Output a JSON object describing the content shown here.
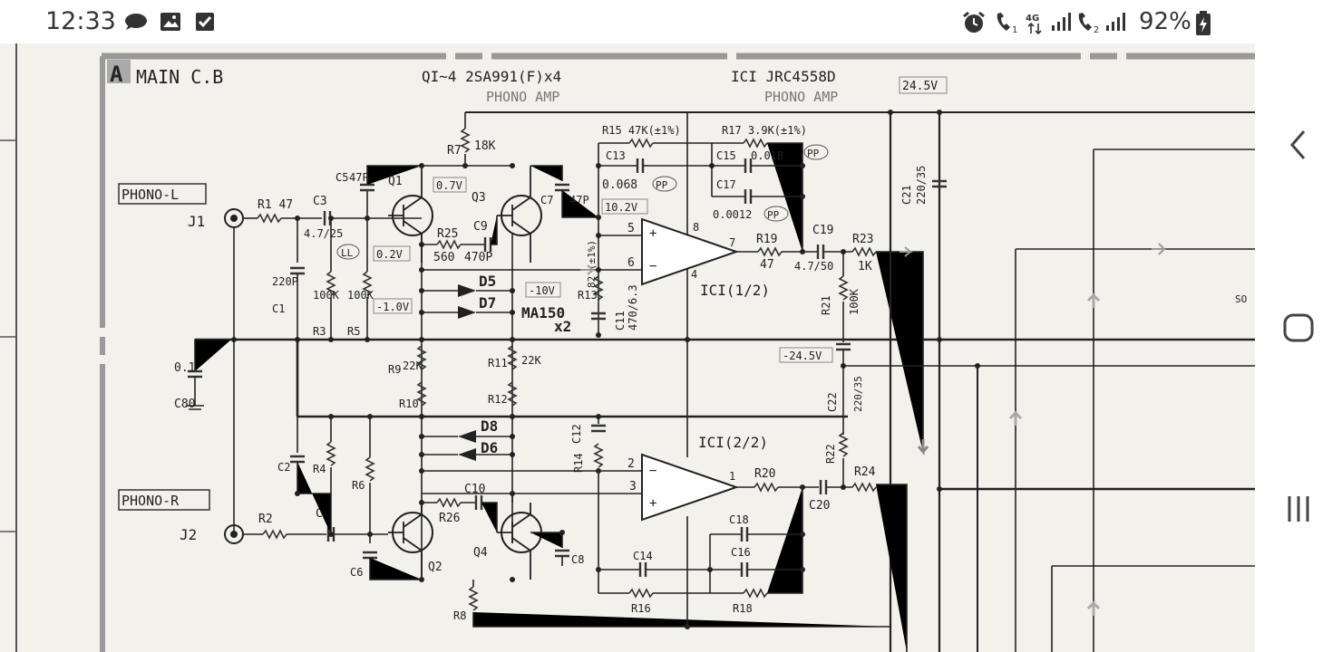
{
  "status_bar": {
    "time": "12:33",
    "left_icons": [
      "cloud-chat-icon",
      "gallery-icon",
      "checkbox-icon"
    ],
    "right_icons": [
      "alarm-icon",
      "call-sim1-icon",
      "4g-data-icon",
      "signal-sim1-icon",
      "call-sim2-icon",
      "signal-sim2-icon",
      "battery-charging-icon"
    ],
    "network_label": "4G",
    "battery_percent": "92%"
  },
  "nav_bar": {
    "back": "back-icon",
    "home": "home-icon",
    "recents": "recents-icon"
  },
  "schematic": {
    "board_letter": "A",
    "board_title": "MAIN  C.B",
    "q_header": "QI~4  2SA991(F)x4",
    "q_sub": "PHONO AMP",
    "ic_header": "ICI  JRC4558D",
    "ic_sub": "PHONO AMP",
    "voltage_supply": "24.5V",
    "voltage_neg": "-24.5V",
    "voltage_q1": "0.7V",
    "voltage_q3": "10.2V",
    "voltage_b": "0.2V",
    "voltage_d": "-10V",
    "voltage_e": "-1.0V",
    "phono_l": "PHONO-L",
    "phono_r": "PHONO-R",
    "j1": "J1",
    "j2": "J2",
    "r1": "R1 47",
    "r2": "R2",
    "c3": "C3",
    "c3_val": "4.7/25",
    "c4": "C4",
    "c5": "C5",
    "c5_val": "47P",
    "c1": "C1",
    "c1_val": "220P",
    "c2": "C2",
    "r3": "R3",
    "r3_val": "100K",
    "r5": "R5",
    "r5_val": "100K",
    "r4": "R4",
    "r6": "R6",
    "c6": "C6",
    "c80": "C80",
    "c80_val": "0.1",
    "q1": "Q1",
    "q2": "Q2",
    "q3": "Q3",
    "q4": "Q4",
    "r7": "R7",
    "r7_val": "18K",
    "c7": "C7",
    "c7_val": "47P",
    "c8": "C8",
    "r25": "R25",
    "r25_val": "560",
    "c9": "C9",
    "c9_val": "470P",
    "r26": "R26",
    "c10": "C10",
    "d5": "D5",
    "d6": "D6",
    "d7": "D7",
    "d8": "D8",
    "ma150": "MA150",
    "ma150_qty": "x2",
    "r9": "R9",
    "r9_val": "22K",
    "r10": "R10",
    "r11": "R11",
    "r11_val": "22K",
    "r12": "R12",
    "r8": "R8",
    "r13": "R13",
    "r13_val": "82 (±1%)",
    "c11": "C11",
    "c11_val": "470/6.3",
    "c12": "C12",
    "r14": "R14",
    "r15": "R15 47K(±1%)",
    "r17": "R17 3.9K(±1%)",
    "c13": "C13",
    "c13_val": "0.068",
    "c15": "C15",
    "c15_val": "0.018",
    "c17": "C17",
    "c17_val": "0.0012",
    "pp": "PP",
    "ll": "LL",
    "ic1a": "ICI(1/2)",
    "ic1b": "ICI(2/2)",
    "pin8": "8",
    "pin4": "4",
    "pin5": "5",
    "pin6": "6",
    "pin7": "7",
    "pin1": "1",
    "pin2": "2",
    "pin3": "3",
    "r19": "R19",
    "r19_val": "47",
    "c19": "C19",
    "c19_val": "4.7/50",
    "r23": "R23",
    "r23_val": "1K",
    "r21": "R21",
    "r21_val": "100K",
    "c21": "C21",
    "c21_val": "220/35",
    "c22": "C22",
    "c22_val": "220/35",
    "r22": "R22",
    "r20": "R20",
    "c20": "C20",
    "r24": "R24",
    "c14": "C14",
    "c16": "C16",
    "c18": "C18",
    "r16": "R16",
    "r18": "R18",
    "edge_text": "SO"
  }
}
